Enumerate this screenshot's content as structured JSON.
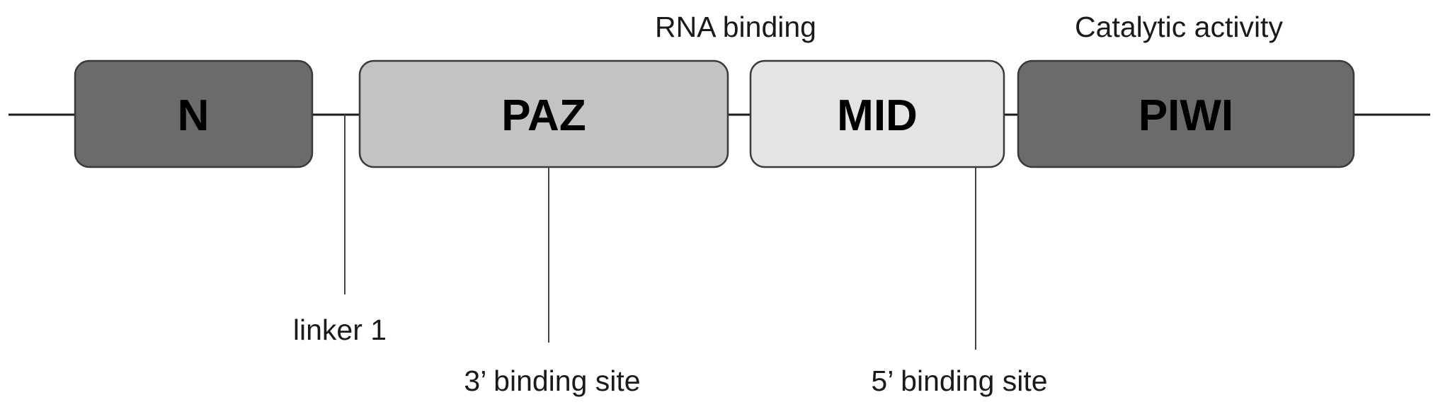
{
  "domains": [
    {
      "id": "n",
      "label": "N",
      "color": "#6b6b6b"
    },
    {
      "id": "paz",
      "label": "PAZ",
      "color": "#c3c3c3"
    },
    {
      "id": "mid",
      "label": "MID",
      "color": "#e4e4e4"
    },
    {
      "id": "piwi",
      "label": "PIWI",
      "color": "#6b6b6b"
    }
  ],
  "annotations": {
    "rna_binding": "RNA binding",
    "catalytic_activity": "Catalytic activity",
    "linker_1": "linker 1",
    "three_prime_site": "3’ binding site",
    "five_prime_site": "5’ binding site"
  }
}
